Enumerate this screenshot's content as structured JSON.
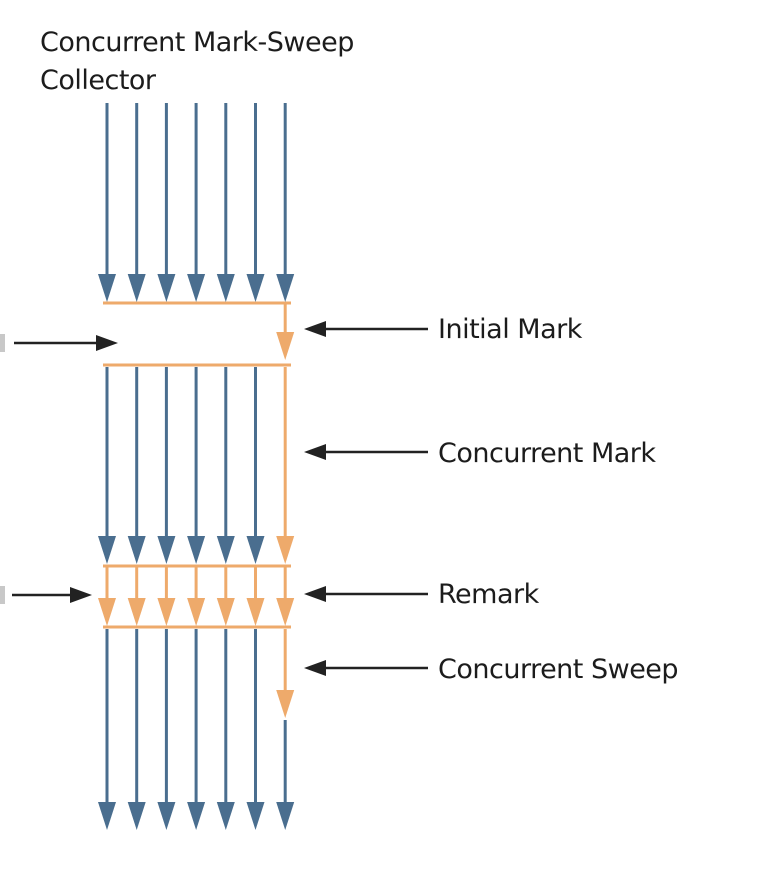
{
  "title": {
    "line1": "Concurrent Mark-Sweep",
    "line2": "Collector"
  },
  "phases": [
    {
      "id": "initial-mark",
      "label": "Initial Mark"
    },
    {
      "id": "concurrent-mark",
      "label": "Concurrent Mark"
    },
    {
      "id": "remark",
      "label": "Remark"
    },
    {
      "id": "concurrent-sweep",
      "label": "Concurrent Sweep"
    }
  ],
  "colors": {
    "application_thread": "#4a6e8f",
    "gc_thread": "#eeaa6b",
    "label_arrow": "#222222",
    "text": "#1c1c1c"
  },
  "thread_count": 7
}
